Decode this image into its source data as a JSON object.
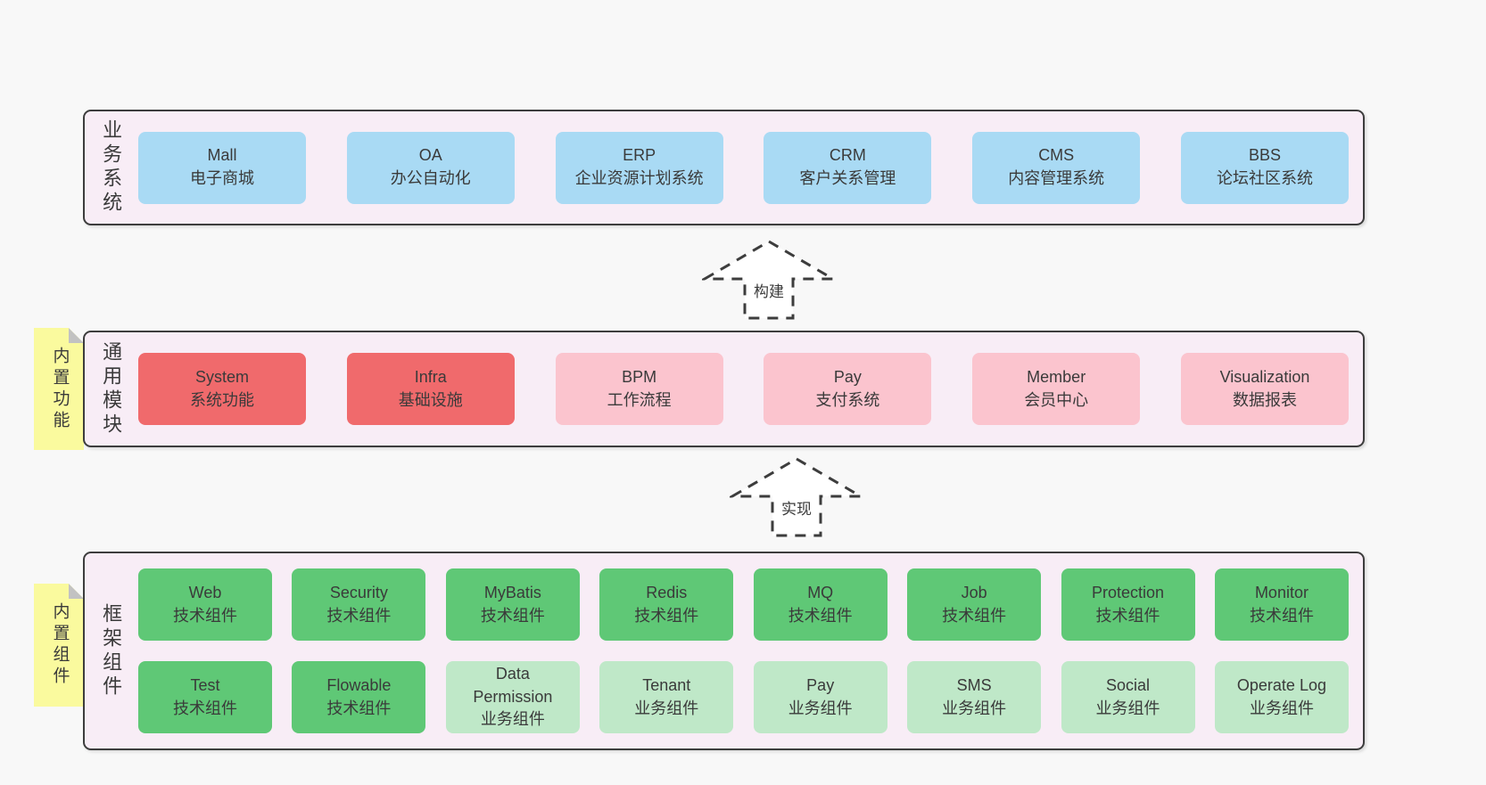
{
  "colors": {
    "page_bg": "#f8f8f8",
    "layer_bg": "#f8edf6",
    "layer_border": "#3d3d3d",
    "text": "#3a3a3a",
    "blue": "#a9daf4",
    "red": "#f06a6c",
    "pink": "#fbc4ce",
    "green": "#5fc876",
    "light_green": "#bfe8c8",
    "note_yellow": "#fafa9e",
    "note_fold": "#c2c2c2",
    "arrow_fill": "#ffffff"
  },
  "arrows": [
    {
      "label": "构建"
    },
    {
      "label": "实现"
    }
  ],
  "notes": [
    {
      "label": "内置功能"
    },
    {
      "label": "内置组件"
    }
  ],
  "layers": [
    {
      "label": "业务系统",
      "rows": [
        [
          {
            "en": "Mall",
            "zh": "电子商城",
            "variant": "blue"
          },
          {
            "en": "OA",
            "zh": "办公自动化",
            "variant": "blue"
          },
          {
            "en": "ERP",
            "zh": "企业资源计划系统",
            "variant": "blue"
          },
          {
            "en": "CRM",
            "zh": "客户关系管理",
            "variant": "blue"
          },
          {
            "en": "CMS",
            "zh": "内容管理系统",
            "variant": "blue"
          },
          {
            "en": "BBS",
            "zh": "论坛社区系统",
            "variant": "blue"
          }
        ]
      ]
    },
    {
      "label": "通用模块",
      "rows": [
        [
          {
            "en": "System",
            "zh": "系统功能",
            "variant": "red"
          },
          {
            "en": "Infra",
            "zh": "基础设施",
            "variant": "red"
          },
          {
            "en": "BPM",
            "zh": "工作流程",
            "variant": "pink"
          },
          {
            "en": "Pay",
            "zh": "支付系统",
            "variant": "pink"
          },
          {
            "en": "Member",
            "zh": "会员中心",
            "variant": "pink"
          },
          {
            "en": "Visualization",
            "zh": "数据报表",
            "variant": "pink"
          }
        ]
      ]
    },
    {
      "label": "框架组件",
      "rows": [
        [
          {
            "en": "Web",
            "zh": "技术组件",
            "variant": "green"
          },
          {
            "en": "Security",
            "zh": "技术组件",
            "variant": "green"
          },
          {
            "en": "MyBatis",
            "zh": "技术组件",
            "variant": "green"
          },
          {
            "en": "Redis",
            "zh": "技术组件",
            "variant": "green"
          },
          {
            "en": "MQ",
            "zh": "技术组件",
            "variant": "green"
          },
          {
            "en": "Job",
            "zh": "技术组件",
            "variant": "green"
          },
          {
            "en": "Protection",
            "zh": "技术组件",
            "variant": "green"
          },
          {
            "en": "Monitor",
            "zh": "技术组件",
            "variant": "green"
          }
        ],
        [
          {
            "en": "Test",
            "zh": "技术组件",
            "variant": "green"
          },
          {
            "en": "Flowable",
            "zh": "技术组件",
            "variant": "green"
          },
          {
            "en": "Data Permission",
            "zh": "业务组件",
            "variant": "light_green"
          },
          {
            "en": "Tenant",
            "zh": "业务组件",
            "variant": "light_green"
          },
          {
            "en": "Pay",
            "zh": "业务组件",
            "variant": "light_green"
          },
          {
            "en": "SMS",
            "zh": "业务组件",
            "variant": "light_green"
          },
          {
            "en": "Social",
            "zh": "业务组件",
            "variant": "light_green"
          },
          {
            "en": "Operate Log",
            "zh": "业务组件",
            "variant": "light_green"
          }
        ]
      ]
    }
  ]
}
